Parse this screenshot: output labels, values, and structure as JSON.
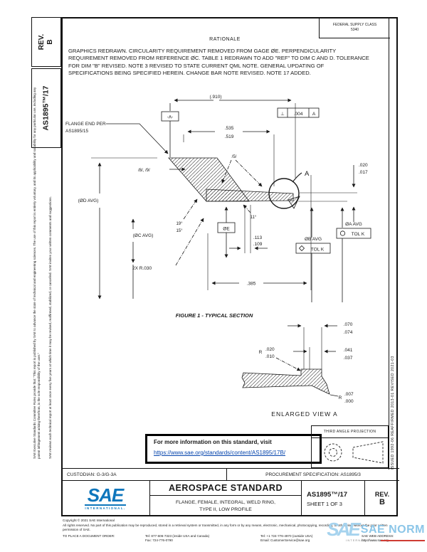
{
  "doc": {
    "rev_label": "REV.",
    "rev_value": "B",
    "number": "AS1895™/17",
    "fsc_line1": "FEDERAL SUPPLY CLASS",
    "fsc_line2": "5340",
    "rationale_title": "RATIONALE",
    "rationale_text": "GRAPHICS REDRAWN. CIRCULARITY REQUIREMENT REMOVED FROM GAGE ØE. PERPENDICULARITY REQUIREMENT REMOVED FROM REFERENCE ØC. TABLE 1 REDRAWN TO ADD \"REF\" TO DIM C AND D. TOLERANCE FOR DIM \"B\" REVISED. NOTE 3 REVISED TO STATE CURRENT QML NOTE. GENERAL UPDATING OF SPECIFICATIONS BEING SPECIFIED HEREIN. CHANGE BAR NOTE REVISED. NOTE 17 ADDED.",
    "history": "ISSUED 1992-06      REAFFIRMED 2013-01      REVISED 2021-03",
    "disclaimer1": "SAE Executive Standards Committee Rules provide that: \"This report is published by SAE to advance the state of technical and engineering sciences. The use of this report is entirely voluntary, and its applicability and suitability for any particular use, including any patent infringement arising therefrom, is the sole responsibility of the user.\"",
    "disclaimer2": "SAE reviews each technical report at least once every five years at which time it may be revised, reaffirmed, stabilized, or cancelled. SAE invites your written comments and suggestions."
  },
  "figure1": {
    "caption": "FIGURE 1 - TYPICAL SECTION",
    "flange_note1": "FLANGE END PER",
    "flange_note2": "AS1895/15",
    "dim_overall": "(.910)",
    "datum_a": "-A-",
    "fcf_sym": "⊥",
    "fcf_tol": ".004",
    "fcf_datum": "A",
    "dim_535": ".535",
    "dim_519": ".519",
    "flag_5": "/5/",
    "flag_89": "/8/, /9/",
    "detail_label": "A",
    "dim_020": ".020",
    "dim_017": ".017",
    "dia_a": "ØA AVG",
    "dia_a_tol": "TOL K",
    "dia_b": "ØB AVG",
    "dia_b_tol": "TOL K",
    "dim_113": ".113",
    "dim_109": ".109",
    "dia_e": "ØE",
    "angle_11": "11°",
    "angle_19": "19°",
    "angle_15": "15°",
    "dia_d": "(ØD AVG)",
    "dia_c": "(ØC AVG)",
    "radius": "2X R.030",
    "dim_385": ".385"
  },
  "viewA": {
    "caption": "ENLARGED VIEW A",
    "dim_070": ".070",
    "dim_074": ".074",
    "dim_041": ".041",
    "dim_037": ".037",
    "r1_label": "R",
    "r1_hi": ".020",
    "r1_lo": ".010",
    "r2_label": "R",
    "r2_hi": ".007",
    "r2_lo": ".000"
  },
  "info_box": {
    "line1": "For more information on this standard, visit",
    "link": "https://www.sae.org/standards/content/AS1895/17B/"
  },
  "projection": {
    "label": "THIRD ANGLE PROJECTION"
  },
  "title_block": {
    "custodian": "CUSTODIAN: G-3/G-3A",
    "procurement": "PROCUREMENT SPECIFICATION: AS1895/3",
    "logo_text": "SAE",
    "logo_sub": "INTERNATIONAL.",
    "doc_type": "AEROSPACE STANDARD",
    "subtitle1": "FLANGE, FEMALE, INTEGRAL, WELD RING,",
    "subtitle2": "TYPE II, LOW PROFILE",
    "number": "AS1895™/17",
    "sheet": "SHEET 1 OF 3",
    "rev_label": "REV.",
    "rev_value": "B"
  },
  "footer": {
    "copyright": "Copyright © 2021 SAE International",
    "rights": "All rights reserved. No part of this publication may be reproduced, stored in a retrieval system or transmitted, in any form or by any means, electronic, mechanical, photocopying, recording, or otherwise, without the prior written permission of SAE.",
    "order_label": "TO PLACE A DOCUMENT ORDER:",
    "tel1": "Tel: 877-606-7323 (inside USA and Canada)",
    "fax": "Fax: 724-776-0790",
    "tel2": "Tel: +1 724-776-4970 (outside USA)",
    "email": "Email: CustomerService@sae.org",
    "web": "SAE WEB ADDRESS: http://www.sae.org"
  },
  "watermark": {
    "logo": "SAE",
    "name": "SAE NORM",
    "sub": "INTERNATIONAL"
  }
}
